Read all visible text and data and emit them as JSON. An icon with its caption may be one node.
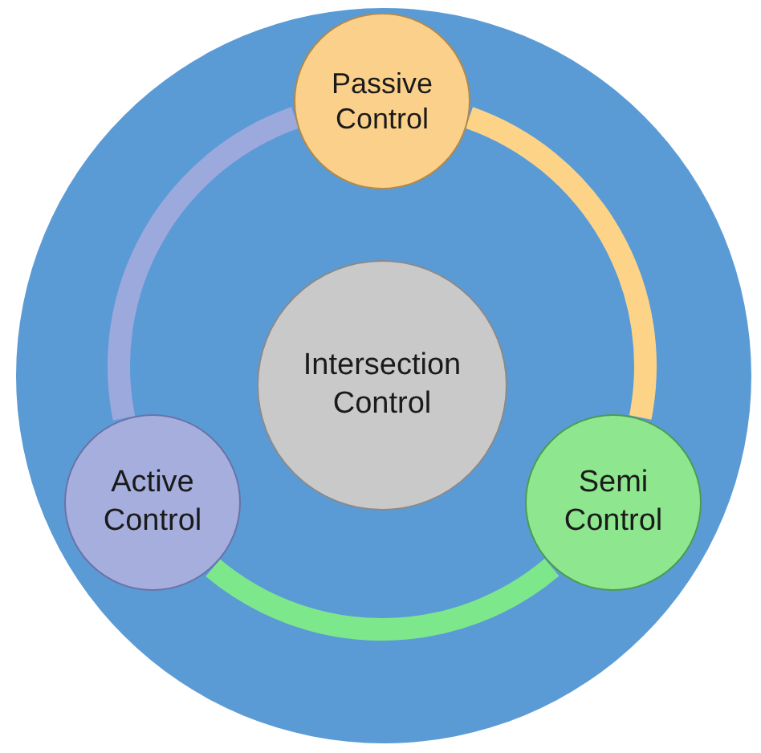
{
  "diagram": {
    "nodes": [
      {
        "text": [],
        "shape": "circle"
      },
      {
        "text": [
          "Passive Control"
        ],
        "in": 0
      },
      {
        "text": [
          "Intersection Control"
        ],
        "in": 0
      },
      {
        "text": [
          "Active Control"
        ],
        "in": 0
      },
      {
        "text": [
          "Semi Control"
        ],
        "in": 0
      }
    ],
    "edges": [
      {
        "from": 1,
        "to": 4,
        "arrow": "none",
        "color": "#fdd487"
      },
      {
        "from": 4,
        "to": 3,
        "arrow": "none",
        "color": "#7de88b"
      },
      {
        "from": 3,
        "to": 1,
        "arrow": "none",
        "color": "#9ca9dd"
      }
    ]
  }
}
